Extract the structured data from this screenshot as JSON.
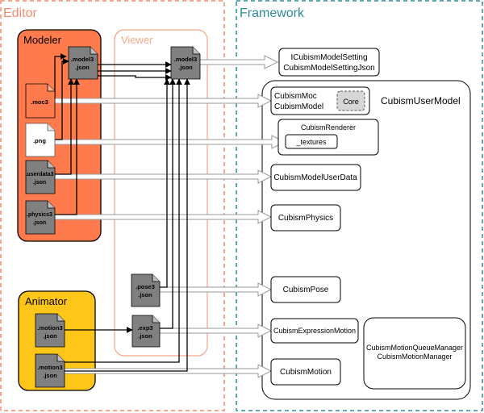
{
  "regions": {
    "editor": "Editor",
    "framework": "Framework"
  },
  "groups": {
    "modeler": "Modeler",
    "viewer": "Viewer",
    "animator": "Animator"
  },
  "files": {
    "modeler_model3": [
      ".model3",
      ".json"
    ],
    "viewer_model3": [
      ".model3",
      ".json"
    ],
    "moc3": [
      ".moc3"
    ],
    "png": [
      ".png"
    ],
    "userdata3": [
      ".userdata3",
      ".json"
    ],
    "physics3": [
      ".physics3",
      ".json"
    ],
    "pose3": [
      ".pose3",
      ".json"
    ],
    "exp3": [
      ".exp3",
      ".json"
    ],
    "motion3_a": [
      ".motion3",
      ".json"
    ],
    "motion3_b": [
      ".motion3",
      ".json"
    ]
  },
  "classes": {
    "model_setting": [
      "ICubismModelSetting",
      "CubismModelSettingJson"
    ],
    "user_model": "CubismUserModel",
    "moc": [
      "CubismMoc",
      "CubismModel"
    ],
    "core": "Core",
    "renderer": "CubismRenderer",
    "textures": "_textures",
    "user_data": "CubismModelUserData",
    "physics": "CubismPhysics",
    "pose": "CubismPose",
    "expression": "CubismExpressionMotion",
    "motion": "CubismMotion",
    "motion_manager": [
      "CubismMotionQueueManager",
      "CubismMotionManager"
    ]
  },
  "colors": {
    "editor_border": "#f28c6c",
    "framework_border": "#2e8a99",
    "modeler_fill": "#ff7a4d",
    "viewer_border": "#f5a98a",
    "animator_fill": "#ffc61a",
    "file_fill": "#808080",
    "moc3_fill": "#ff7a4d"
  }
}
